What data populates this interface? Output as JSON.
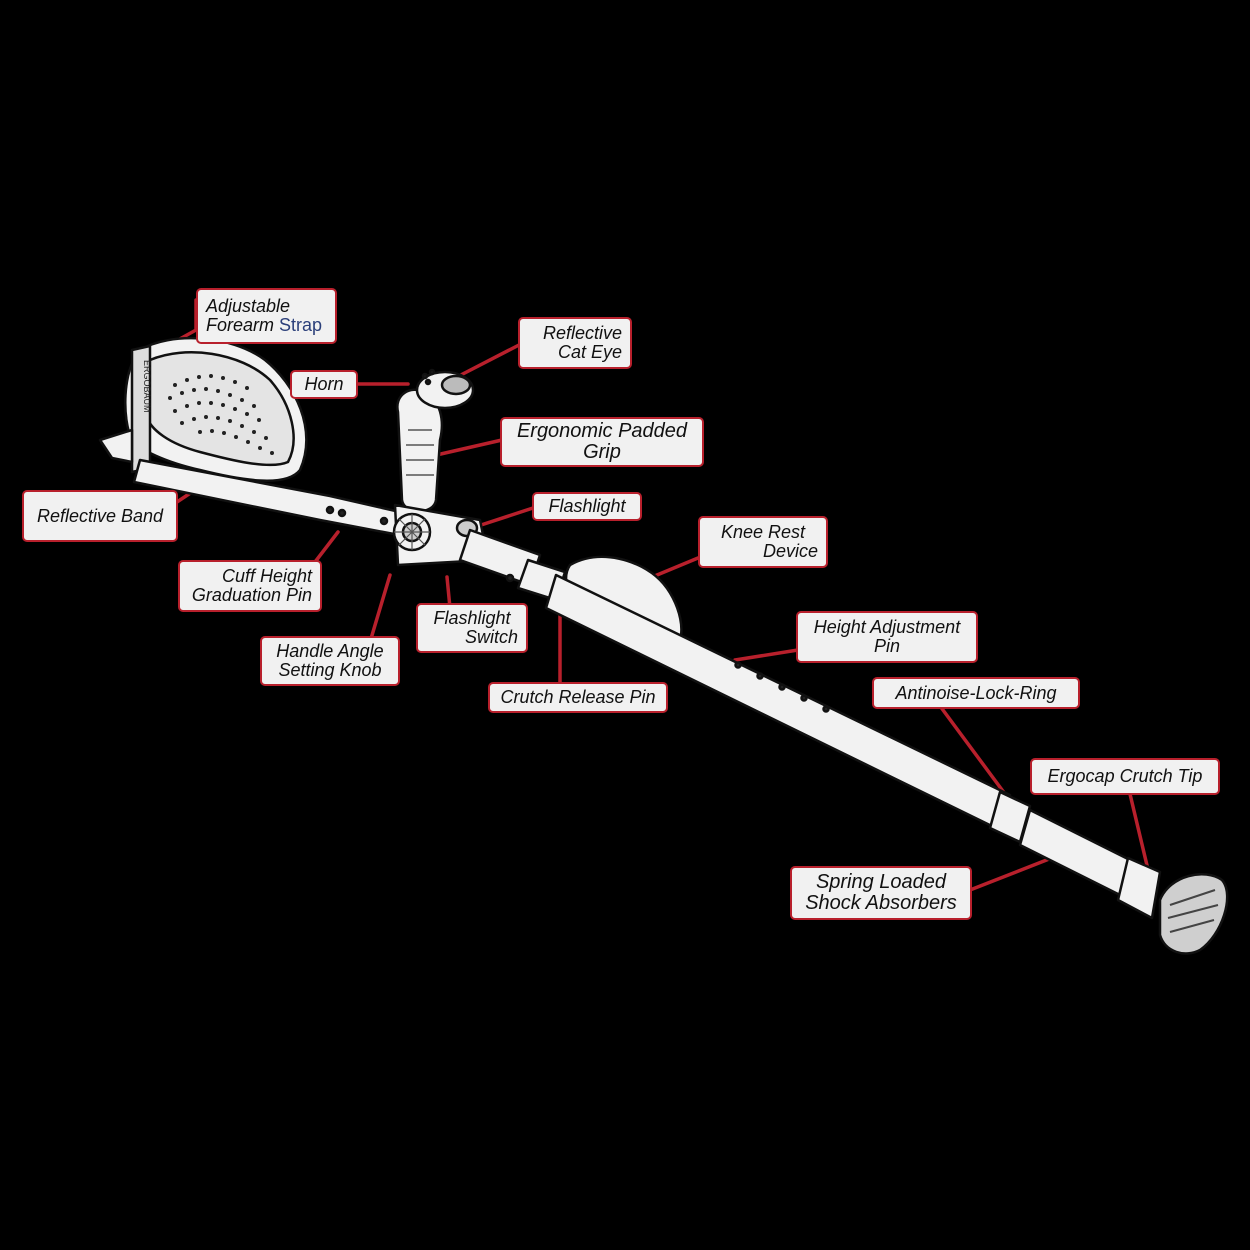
{
  "diagram": {
    "colors": {
      "background": "#000000",
      "crutch_fill": "#f2f2f2",
      "outline": "#111111",
      "leader": "#b8202c",
      "label_fill": "#f1f1f1"
    },
    "cuff_brand_text": "ERGOBAUM",
    "labels": {
      "forearm_strap": {
        "line1": "Adjustable",
        "line2a": "Forearm",
        "line2b": "Strap"
      },
      "reflective_cat_eye": {
        "line1": "Reflective",
        "line2": "Cat Eye"
      },
      "horn": {
        "line1": "Horn"
      },
      "ergonomic_grip": {
        "line1": "Ergonomic Padded",
        "line2": "Grip"
      },
      "flashlight": {
        "line1": "Flashlight"
      },
      "reflective_band": {
        "line1": "Reflective Band"
      },
      "knee_rest": {
        "line1": "Knee Rest",
        "line2": "Device"
      },
      "cuff_height_pin": {
        "line1": "Cuff Height",
        "line2": "Graduation Pin"
      },
      "flashlight_switch": {
        "line1": "Flashlight",
        "line2": "Switch"
      },
      "height_adjustment_pin": {
        "line1": "Height Adjustment",
        "line2": "Pin"
      },
      "handle_angle_knob": {
        "line1": "Handle Angle",
        "line2": "Setting Knob"
      },
      "crutch_release_pin": {
        "line1": "Crutch Release Pin"
      },
      "antinoise_lock_ring": {
        "line1": "Antinoise-Lock-Ring"
      },
      "ergocap_tip": {
        "line1": "Ergocap Crutch Tip"
      },
      "shock_absorbers": {
        "line1": "Spring Loaded",
        "line2": "Shock Absorbers"
      }
    }
  }
}
